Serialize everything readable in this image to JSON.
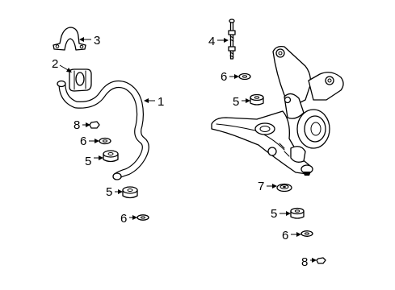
{
  "callouts": [
    {
      "id": "c3",
      "number": "3"
    },
    {
      "id": "c2",
      "number": "2"
    },
    {
      "id": "c1",
      "number": "1"
    },
    {
      "id": "c8a",
      "number": "8"
    },
    {
      "id": "c6a",
      "number": "6"
    },
    {
      "id": "c5a",
      "number": "5"
    },
    {
      "id": "c5b",
      "number": "5"
    },
    {
      "id": "c6b",
      "number": "6"
    },
    {
      "id": "c4",
      "number": "4"
    },
    {
      "id": "c6c",
      "number": "6"
    },
    {
      "id": "c5c",
      "number": "5"
    },
    {
      "id": "c7",
      "number": "7"
    },
    {
      "id": "c5d",
      "number": "5"
    },
    {
      "id": "c6d",
      "number": "6"
    },
    {
      "id": "c8b",
      "number": "8"
    }
  ]
}
